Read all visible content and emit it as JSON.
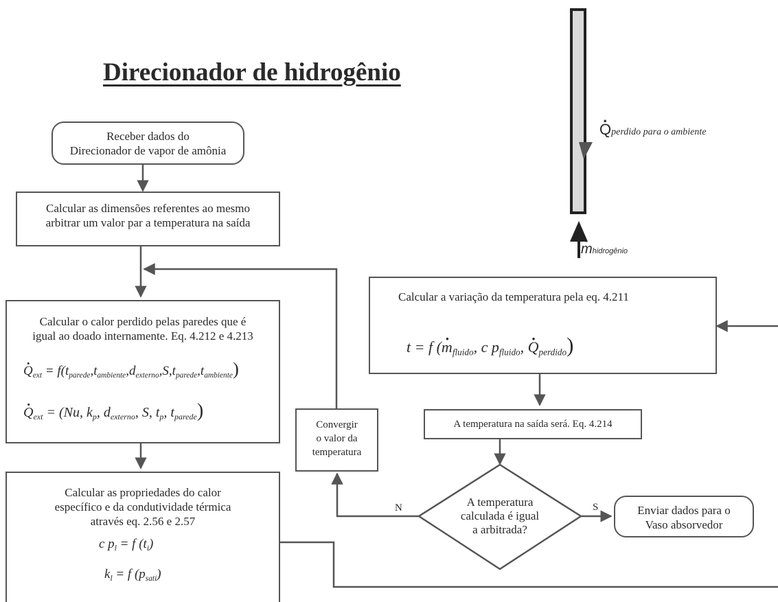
{
  "title": "Direcionador de hidrogênio",
  "nodes": {
    "receive": {
      "line1": "Receber dados do",
      "line2": "Direcionador de vapor de amônia"
    },
    "dimensions": {
      "line1": "Calcular as dimensões referentes ao mesmo",
      "line2": "arbitrar um valor par a temperatura na saída"
    },
    "heat_loss": {
      "line1": "Calcular o calor perdido pelas paredes que é",
      "line2": "igual ao doado internamente. Eq. 4.212 e 4.213"
    },
    "properties": {
      "line1": "Calcular as propriedades do calor",
      "line2": "específico e da condutividade térmica",
      "line3": "através eq. 2.56 e 2.57"
    },
    "variation": {
      "line1": "Calcular a variação da temperatura pela eq. 4.211"
    },
    "outlet": {
      "line1": "A temperatura na saída será. Eq. 4.214"
    },
    "converge": {
      "line1": "Convergir",
      "line2": "o valor da",
      "line3": "temperatura"
    },
    "decision": {
      "line1": "A temperatura",
      "line2": "calculada é igual",
      "line3": "a arbitrada?"
    },
    "send": {
      "line1": "Enviar dados para o",
      "line2": "Vaso absorvedor"
    }
  },
  "edge_labels": {
    "no": "N",
    "yes": "S"
  },
  "pipe": {
    "heat_symbol": "Q",
    "heat_subscript": "perdido para o ambiente",
    "flow_symbol": "m",
    "flow_subscript": "hidrogênio"
  },
  "equations": {
    "q_ext_1": {
      "lhs": "Q",
      "lhs_sub": "ext",
      "eq": " = f(",
      "args": [
        {
          "v": "t",
          "s": "parede"
        },
        {
          "v": "t",
          "s": "ambiente"
        },
        {
          "v": "d",
          "s": "externo"
        },
        {
          "v": "S",
          "s": ""
        },
        {
          "v": "t",
          "s": "parede"
        },
        {
          "v": "t",
          "s": "ambiente"
        }
      ],
      "close": ")"
    },
    "q_ext_2": {
      "lhs": "Q",
      "lhs_sub": "ext",
      "eq": " = (",
      "args": [
        {
          "v": "Nu",
          "s": ""
        },
        {
          "v": "k",
          "s": "p"
        },
        {
          "v": "d",
          "s": "externo"
        },
        {
          "v": "S",
          "s": ""
        },
        {
          "v": "t",
          "s": "p"
        },
        {
          "v": "t",
          "s": "parede"
        }
      ],
      "close": ")"
    },
    "cp": {
      "lhs": "c p",
      "lhs_sub": "l",
      "mid": " = f (",
      "arg": "t",
      "arg_sub": "i",
      "close": ")"
    },
    "k": {
      "lhs": "k",
      "lhs_sub": "l",
      "mid": " = f (",
      "arg": "p",
      "arg_sub": "sati",
      "close": ")"
    },
    "t": {
      "lhs": "t",
      "mid": " = f (",
      "a1": "m",
      "a1_sub": "fluido",
      "a2": "c p",
      "a2_sub": "fluido",
      "a3": "Q",
      "a3_sub": "perdido",
      "close": ")"
    }
  },
  "colors": {
    "line": "#555555",
    "text": "#2a2a2a",
    "pipe_fill": "#d9d9d9",
    "pipe_border": "#222222"
  }
}
